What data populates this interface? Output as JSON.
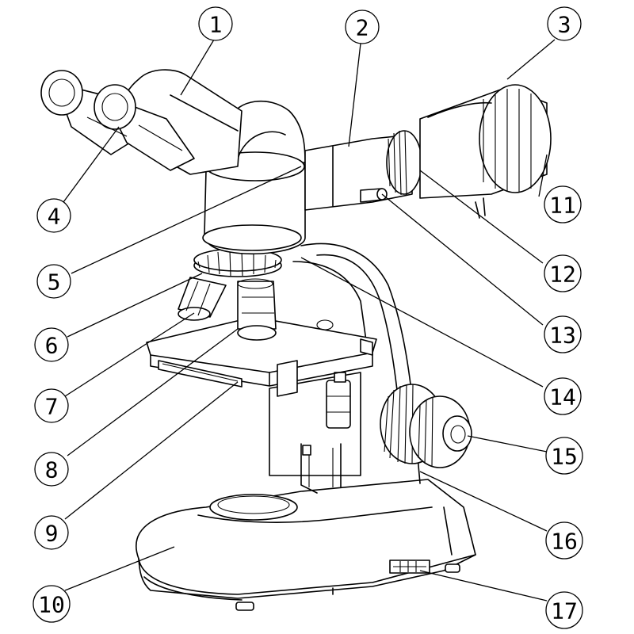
{
  "diagram": {
    "callouts": [
      {
        "id": "1",
        "label": "1"
      },
      {
        "id": "2",
        "label": "2"
      },
      {
        "id": "3",
        "label": "3"
      },
      {
        "id": "4",
        "label": "4"
      },
      {
        "id": "5",
        "label": "5"
      },
      {
        "id": "6",
        "label": "6"
      },
      {
        "id": "7",
        "label": "7"
      },
      {
        "id": "8",
        "label": "8"
      },
      {
        "id": "9",
        "label": "9"
      },
      {
        "id": "10",
        "label": "10"
      },
      {
        "id": "11",
        "label": "11"
      },
      {
        "id": "12",
        "label": "12"
      },
      {
        "id": "13",
        "label": "13"
      },
      {
        "id": "14",
        "label": "14"
      },
      {
        "id": "15",
        "label": "15"
      },
      {
        "id": "16",
        "label": "16"
      },
      {
        "id": "17",
        "label": "17"
      }
    ],
    "colors": {
      "line": "#000000",
      "background": "#ffffff"
    }
  }
}
